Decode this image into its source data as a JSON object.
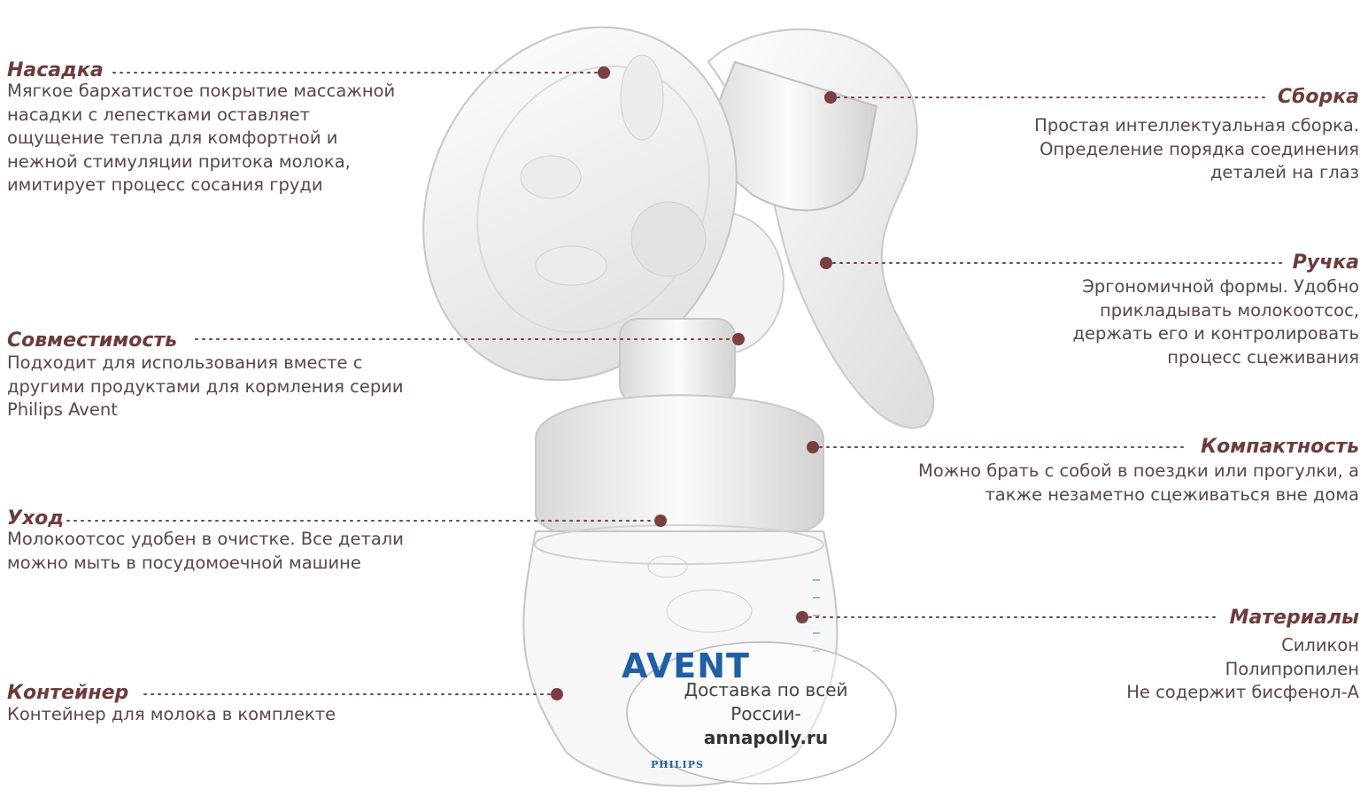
{
  "callouts": {
    "nasadka": {
      "title": "Насадка",
      "lines": [
        "Мягкое бархатистое покрытие массажной",
        "насадки с лепестками оставляет",
        "ощущение тепла для комфортной и",
        "нежной стимуляции притока молока,",
        "имитирует процесс сосания груди"
      ]
    },
    "sovmestimost": {
      "title": "Совместимость",
      "lines": [
        "Подходит для использования вместе с",
        "другими продуктами для кормления серии",
        "Philips Avent"
      ]
    },
    "ukhod": {
      "title": "Уход",
      "lines": [
        "Молокоотсос удобен в очистке. Все детали",
        "можно мыть в посудомоечной машине"
      ]
    },
    "konteyner": {
      "title": "Контейнер",
      "lines": [
        "Контейнер для молока в комплекте"
      ]
    },
    "sborka": {
      "title": "Сборка",
      "lines": [
        "Простая интеллектуальная сборка.",
        "Определение порядка соединения",
        "деталей на глаз"
      ]
    },
    "ruchka": {
      "title": "Ручка",
      "lines": [
        "Эргономичной формы. Удобно",
        "прикладывать молокоотсос,",
        "держать его и контролировать",
        "процесс сцеживания"
      ]
    },
    "kompaktnost": {
      "title": "Компактность",
      "lines": [
        "Можно брать с собой в поездки или прогулки, а",
        "также незаметно сцеживаться вне дома"
      ]
    },
    "materialy": {
      "title": "Материалы",
      "lines": [
        "Силикон",
        "Полипропилен",
        "Не содержит бисфенол-А"
      ]
    }
  },
  "product": {
    "brand": "AVENT",
    "maker": "PHILIPS"
  },
  "watermark": {
    "line1": "Доставка по всей",
    "line2": "России-",
    "site": "annapolly.ru"
  },
  "colors": {
    "title": "#6e3b3b",
    "text": "#5a4646",
    "dot": "#7a3f3f"
  }
}
